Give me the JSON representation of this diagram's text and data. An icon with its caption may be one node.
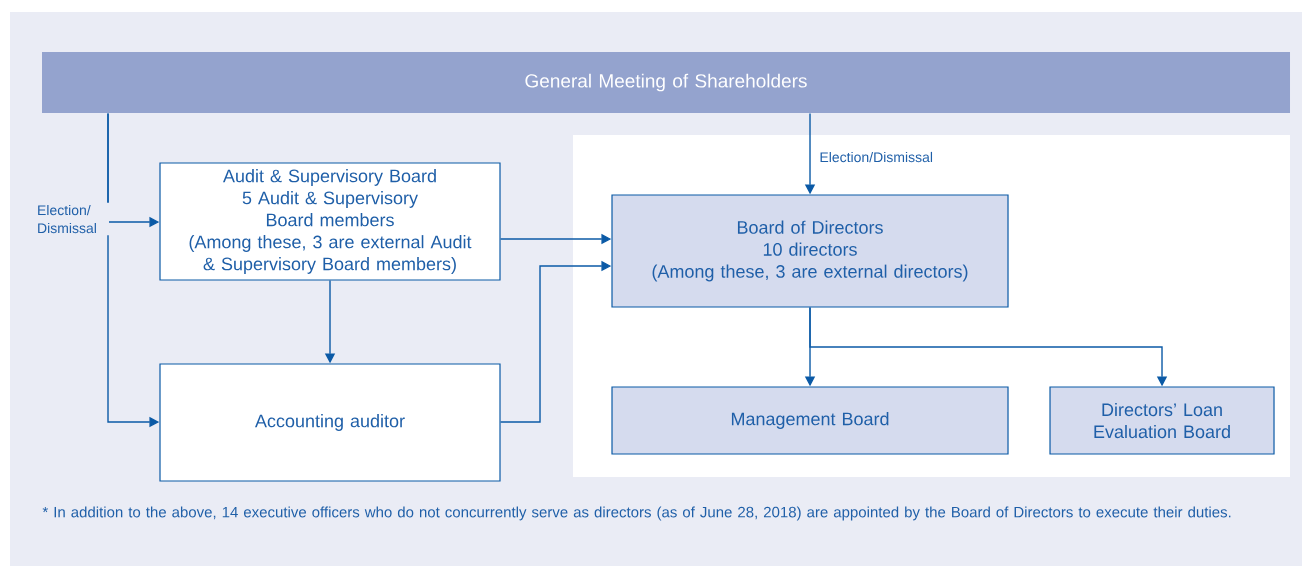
{
  "diagram": {
    "nodes": [
      {
        "text": [
          "General Meeting of Shareholders"
        ]
      },
      {
        "text": [
          "Audit & Supervisory Board",
          "5 Audit & Supervisory Board members",
          "(Among these, 3 are external Audit & Supervisory Board members)"
        ]
      },
      {
        "text": [
          "Accounting auditor"
        ]
      },
      {
        "text": [
          "Board of Directors",
          "10 directors",
          "(Among these, 3 are external directors)"
        ]
      },
      {
        "text": [
          "Management Board"
        ]
      },
      {
        "text": [
          "Directors’ Loan Evaluation Board"
        ]
      }
    ],
    "edges": [
      {
        "from": 0,
        "to": 1,
        "arrow": "to",
        "label": "Election/ Dismissal"
      },
      {
        "from": 0,
        "to": 2,
        "arrow": "to"
      },
      {
        "from": 0,
        "to": 3,
        "arrow": "to",
        "label": "Election/Dismissal"
      },
      {
        "from": 1,
        "to": 2,
        "arrow": "to"
      },
      {
        "from": 1,
        "to": 3,
        "arrow": "to"
      },
      {
        "from": 2,
        "to": 3,
        "arrow": "to"
      },
      {
        "from": 3,
        "to": 4,
        "arrow": "to"
      },
      {
        "from": 3,
        "to": 5,
        "arrow": "to"
      }
    ],
    "labels": [
      "* In addition to the above, 14 executive officers who do not concurrently serve as directors (as of June 28, 2018) are appointed by the Board of Directors to execute their duties."
    ]
  }
}
